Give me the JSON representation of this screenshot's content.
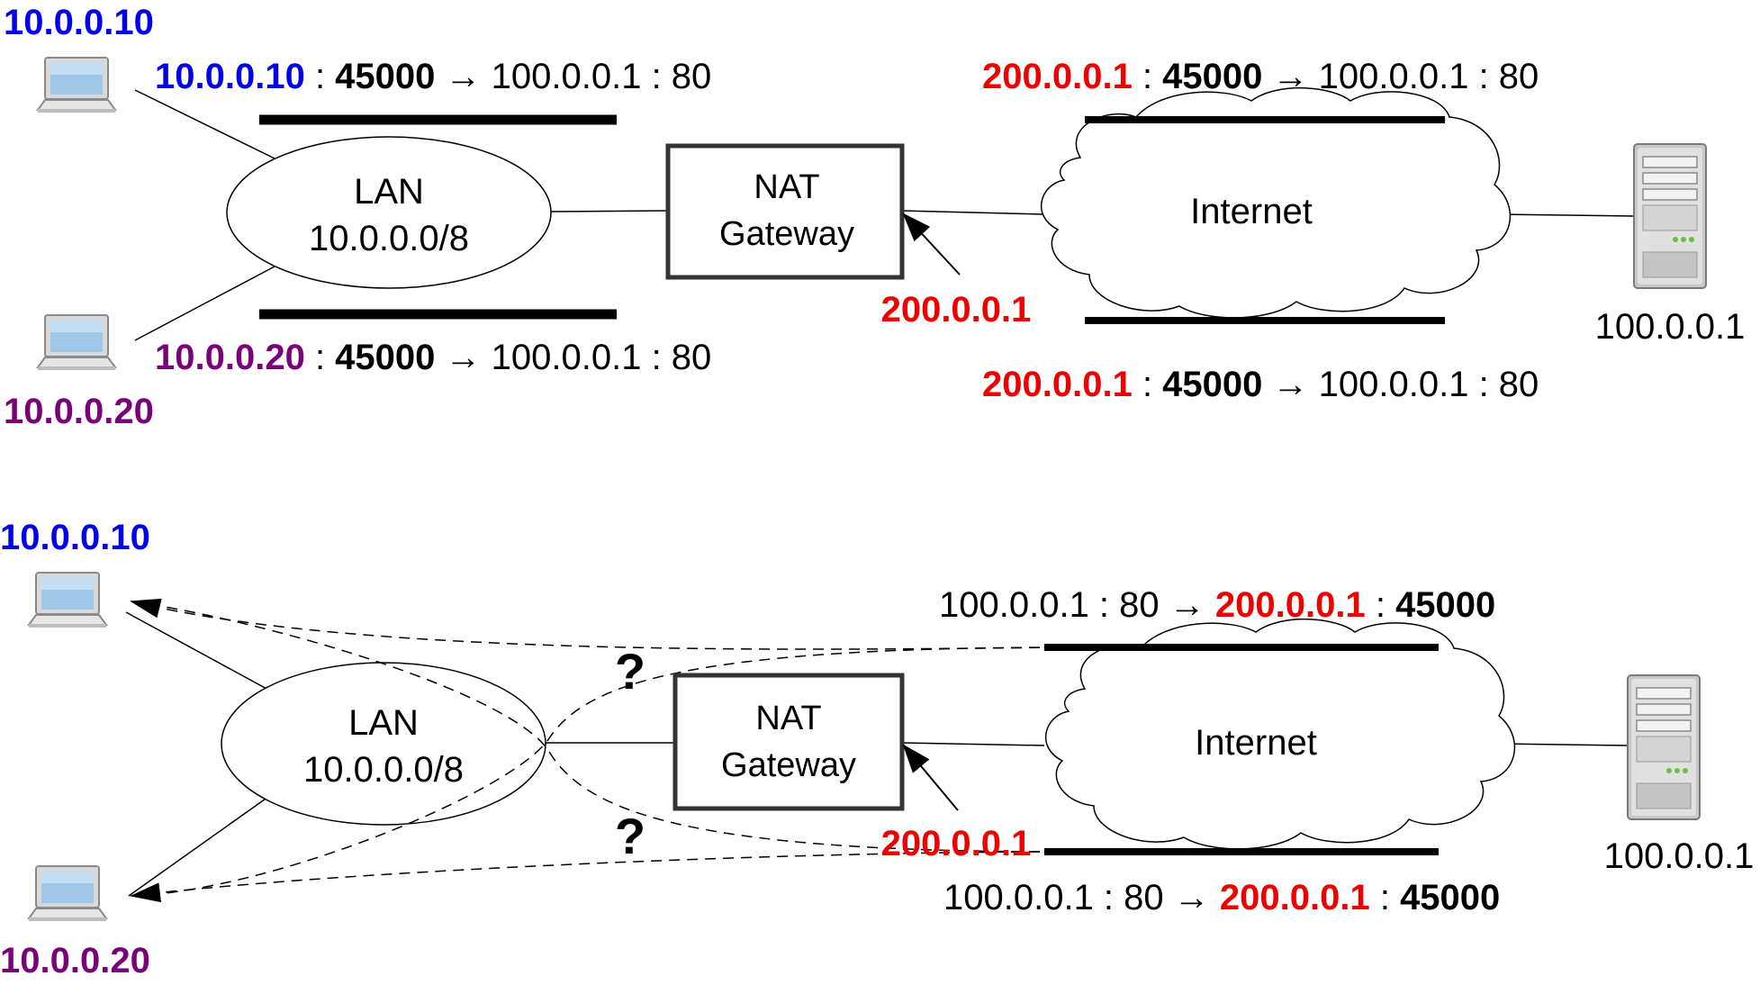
{
  "colors": {
    "blue": "#0000ee",
    "purple": "#7a007a",
    "red": "#ee0000",
    "black": "#000000"
  },
  "icons": {
    "laptop": "laptop-icon",
    "server": "server-icon",
    "cloud": "cloud-icon"
  },
  "top": {
    "host1": "10.0.0.10",
    "host2": "10.0.0.20",
    "lan_title": "LAN",
    "lan_subnet": "10.0.0.0/8",
    "nat_line1": "NAT",
    "nat_line2": "Gateway",
    "internet": "Internet",
    "server_ip": "100.0.0.1",
    "gateway_ip": "200.0.0.1",
    "flow1": {
      "src": "10.0.0.10",
      "sep1": " : ",
      "sport": "45000",
      "arrow": " → ",
      "dst": "100.0.0.1 : 80"
    },
    "flow2": {
      "src": "10.0.0.20",
      "sep1": " : ",
      "sport": "45000",
      "arrow": " → ",
      "dst": "100.0.0.1 : 80"
    },
    "flow3": {
      "src": "200.0.0.1",
      "sep1": " : ",
      "sport": "45000",
      "arrow": " → ",
      "dst": "100.0.0.1 : 80"
    },
    "flow4": {
      "src": "200.0.0.1",
      "sep1": " : ",
      "sport": "45000",
      "arrow": " → ",
      "dst": "100.0.0.1 : 80"
    }
  },
  "bottom": {
    "host1": "10.0.0.10",
    "host2": "10.0.0.20",
    "lan_title": "LAN",
    "lan_subnet": "10.0.0.0/8",
    "nat_line1": "NAT",
    "nat_line2": "Gateway",
    "internet": "Internet",
    "server_ip": "100.0.0.1",
    "gateway_ip": "200.0.0.1",
    "question": "?",
    "flow1": {
      "src": "100.0.0.1 : 80",
      "arrow": " → ",
      "dst": "200.0.0.1",
      "sep": " : ",
      "dport": "45000"
    },
    "flow2": {
      "src": "100.0.0.1 : 80",
      "arrow": " → ",
      "dst": "200.0.0.1",
      "sep": " : ",
      "dport": "45000"
    }
  }
}
